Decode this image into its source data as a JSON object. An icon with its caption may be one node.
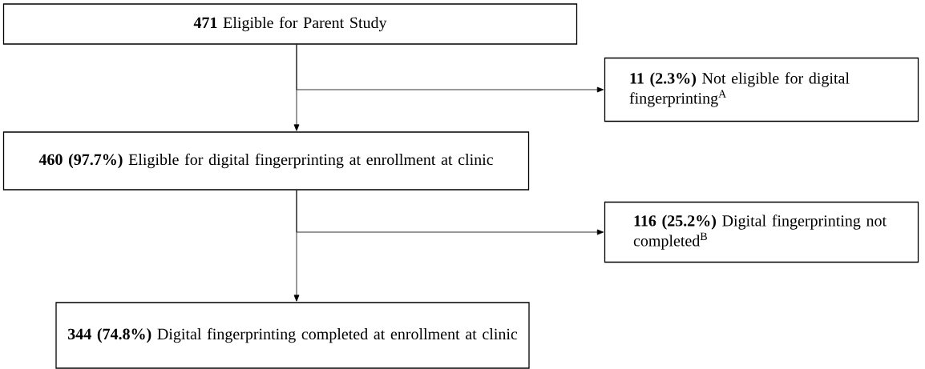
{
  "diagram": {
    "nodes": [
      {
        "text": [
          "**471** Eligible for Parent Study"
        ]
      },
      {
        "text": [
          "**11 (2.3%)** Not eligible for digital fingerprinting$^{A}$"
        ]
      },
      {
        "text": [
          "**460 (97.7%)** Eligible for digital fingerprinting at enrollment at clinic"
        ]
      },
      {
        "text": [
          "**116 (25.2%)** Digital fingerprinting not completed$^{B}$"
        ]
      },
      {
        "text": [
          "**344 (74.8%)** Digital fingerprinting completed at enrollment at clinic"
        ]
      }
    ],
    "edges": [
      {
        "from": 0,
        "to": 2,
        "arrow": "to"
      },
      {
        "from": 0,
        "to": 1,
        "arrow": "to"
      },
      {
        "from": 2,
        "to": 4,
        "arrow": "to"
      },
      {
        "from": 2,
        "to": 3,
        "arrow": "to"
      }
    ]
  }
}
